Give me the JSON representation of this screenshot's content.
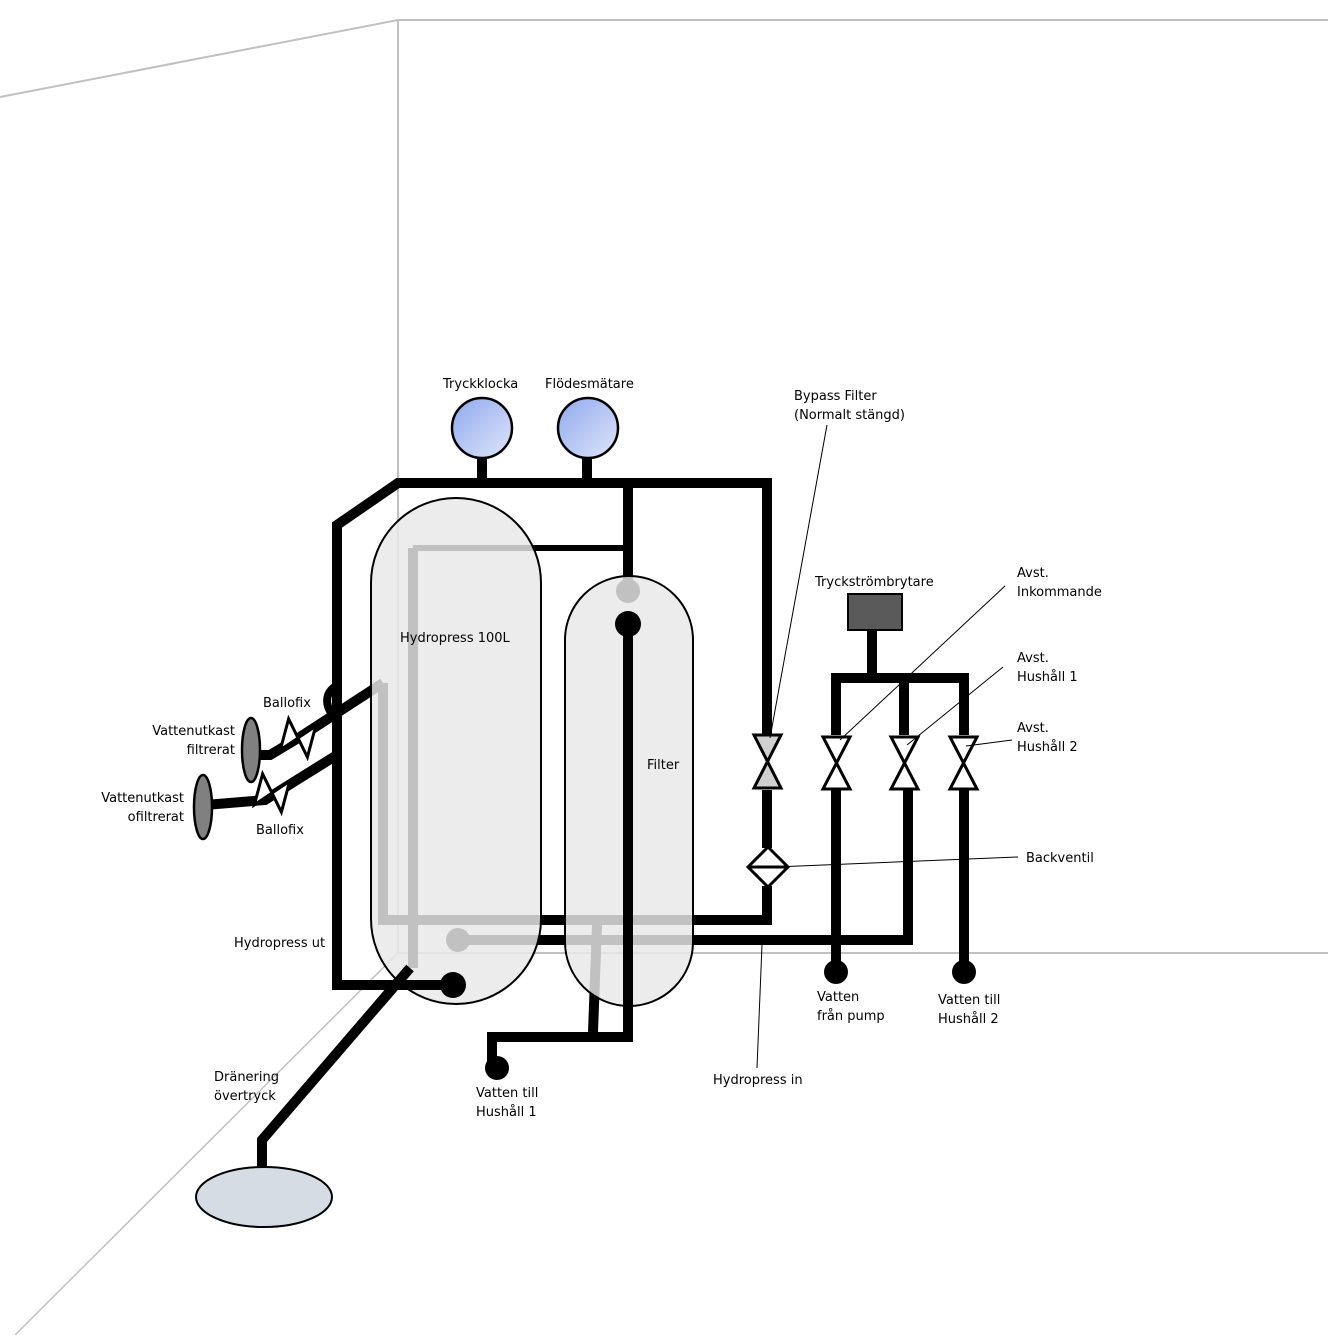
{
  "labels": {
    "tryckklocka": "Tryckklocka",
    "flodesmatare": "Flödesmätare",
    "bypass_1": "Bypass Filter",
    "bypass_2": "(Normalt stängd)",
    "tryckstrombrytare": "Tryckströmbrytare",
    "avst_ink_1": "Avst.",
    "avst_ink_2": "Inkommande",
    "avst_h1_1": "Avst.",
    "avst_h1_2": "Hushåll 1",
    "avst_h2_1": "Avst.",
    "avst_h2_2": "Hushåll 2",
    "backventil": "Backventil",
    "hydropress": "Hydropress 100L",
    "filter": "Filter",
    "ballofix_top": "Ballofix",
    "ballofix_bottom": "Ballofix",
    "utkast_filt_1": "Vattenutkast",
    "utkast_filt_2": "filtrerat",
    "utkast_ofilt_1": "Vattenutkast",
    "utkast_ofilt_2": "ofiltrerat",
    "hydropress_ut": "Hydropress ut",
    "hydropress_in": "Hydropress in",
    "dranering_1": "Dränering",
    "dranering_2": "övertryck",
    "vatten_hushall1_1": "Vatten till",
    "vatten_hushall1_2": "Hushåll 1",
    "vatten_pump_1": "Vatten",
    "vatten_pump_2": "från pump",
    "vatten_hushall2_1": "Vatten till",
    "vatten_hushall2_2": "Hushåll 2"
  },
  "colors": {
    "pipe": "#000000",
    "gauge": "#a9bdf0",
    "tank": "#e8e8e8",
    "switch_box": "#5a5a5a",
    "drain": "#d6dce4",
    "outlet": "#808080",
    "room_lines": "#c0c0c0"
  }
}
